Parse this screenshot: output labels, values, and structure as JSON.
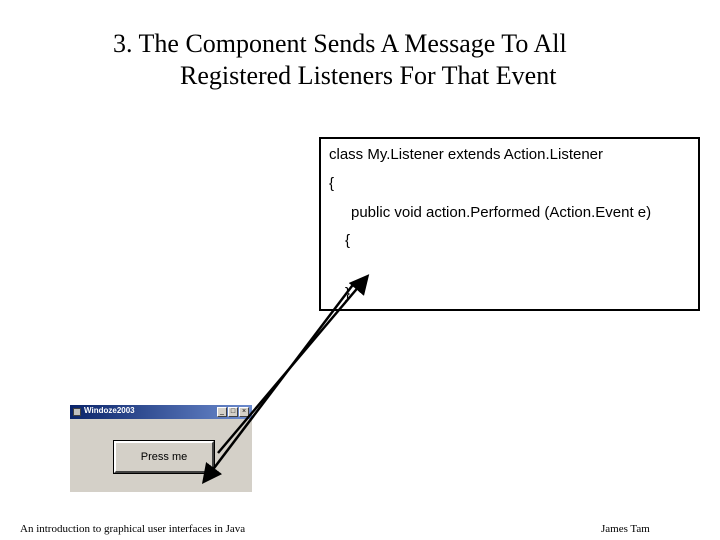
{
  "slide": {
    "title_line1": "3. The Component Sends A Message To All",
    "title_line2": "Registered Listeners For That Event"
  },
  "code": {
    "line1": "class My.Listener extends Action.Listener",
    "line2": "{",
    "line3": "public void action.Performed (Action.Event e)",
    "line4": "{",
    "line5": "}"
  },
  "window": {
    "title": "Windoze2003",
    "button_label": "Press me",
    "minimize_glyph": "_",
    "maximize_glyph": "□",
    "close_glyph": "×"
  },
  "footer": {
    "left": "An introduction to graphical user interfaces in Java",
    "right": "James Tam"
  },
  "colors": {
    "titlebar_start": "#0a246a",
    "titlebar_end": "#6d8ccf",
    "window_face": "#d4d0c8"
  },
  "icons": [
    "app-icon",
    "minimize-icon",
    "maximize-icon",
    "close-icon",
    "arrow-up-icon",
    "arrow-down-icon"
  ]
}
